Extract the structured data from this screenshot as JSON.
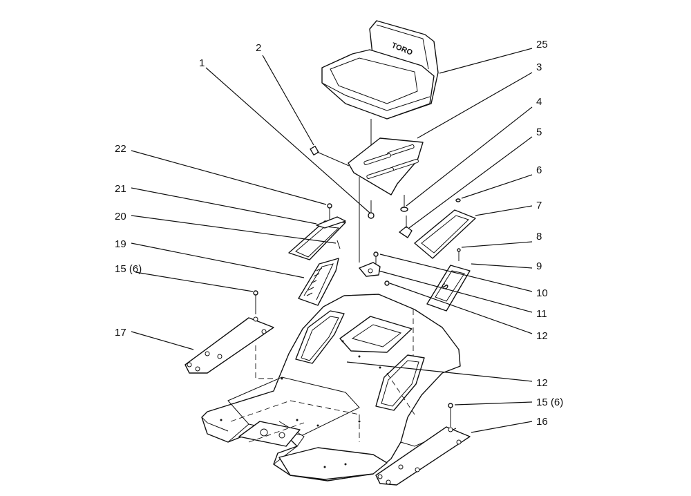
{
  "callouts": {
    "c1": "1",
    "c2": "2",
    "c3": "3",
    "c4": "4",
    "c5": "5",
    "c6": "6",
    "c7": "7",
    "c8": "8",
    "c9": "9",
    "c10": "10",
    "c11": "11",
    "c12a": "12",
    "c12b": "12",
    "c15a": "15 (6)",
    "c15b": "15 (6)",
    "c16": "16",
    "c17": "17",
    "c19": "19",
    "c20": "20",
    "c21": "21",
    "c22": "22",
    "c25": "25"
  },
  "seat_logo": "TORO"
}
